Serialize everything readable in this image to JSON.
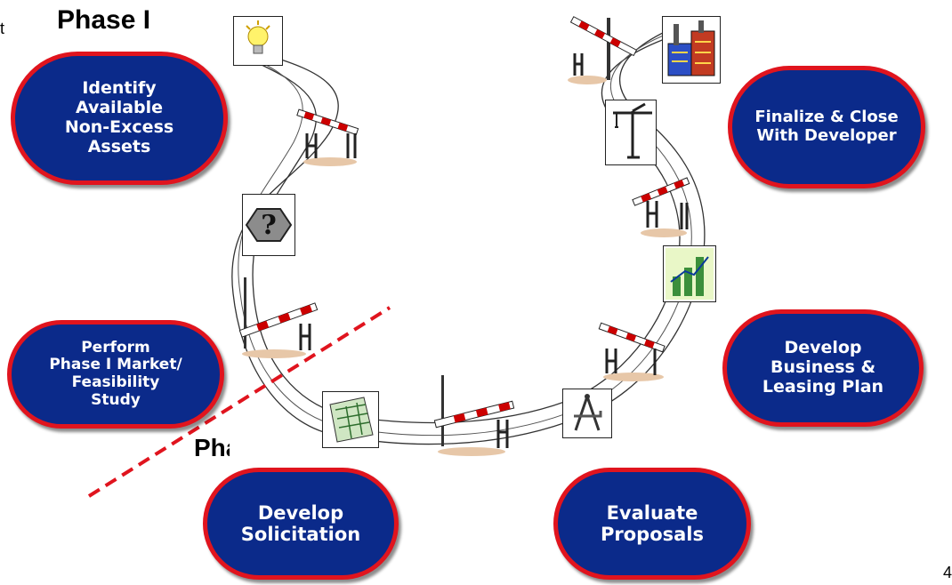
{
  "edge_left_text": "t",
  "edge_right_text": "4",
  "phases": {
    "phase1": "Phase I",
    "phase2": "Phase II"
  },
  "steps": [
    {
      "id": "identify",
      "label": "Identify\nAvailable\nNon-Excess\nAssets"
    },
    {
      "id": "perform",
      "label": "Perform\nPhase I Market/\nFeasibility\nStudy"
    },
    {
      "id": "develop-solicitation",
      "label": "Develop\nSolicitation"
    },
    {
      "id": "evaluate",
      "label": "Evaluate\nProposals"
    },
    {
      "id": "develop-business",
      "label": "Develop\nBusiness &\nLeasing Plan"
    },
    {
      "id": "finalize",
      "label": "Finalize & Close\nWith Developer"
    }
  ],
  "icons": [
    "lightbulb-icon",
    "question-sign-icon",
    "blueprint-icon",
    "compass-square-icon",
    "bar-chart-icon",
    "construction-crane-icon",
    "factory-icon",
    "gate-barrier-icon"
  ],
  "colors": {
    "pill_fill": "#0b2a8a",
    "pill_border": "#e0141e",
    "divider": "#e0141e"
  }
}
